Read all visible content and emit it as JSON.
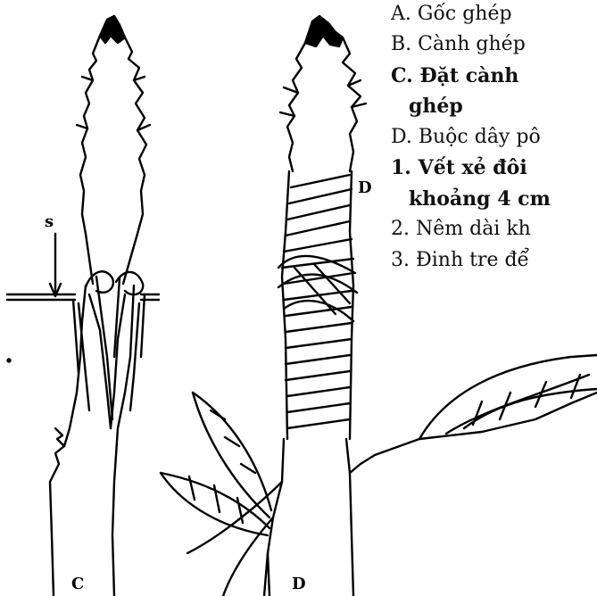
{
  "figure": {
    "labels": {
      "left_plant": "C",
      "right_plant_top": "D",
      "right_plant_bottom": "D",
      "s_marker": "s"
    }
  },
  "legend": {
    "items": [
      "A. Gốc ghép",
      "B. Cành ghép",
      "C. Đặt  cành",
      "ghép",
      "D. Buộc dây pô",
      "1. Vết xẻ đôi",
      "khoảng 4 cm",
      "2. Nêm dài kh",
      "3. Đinh tre để"
    ]
  }
}
